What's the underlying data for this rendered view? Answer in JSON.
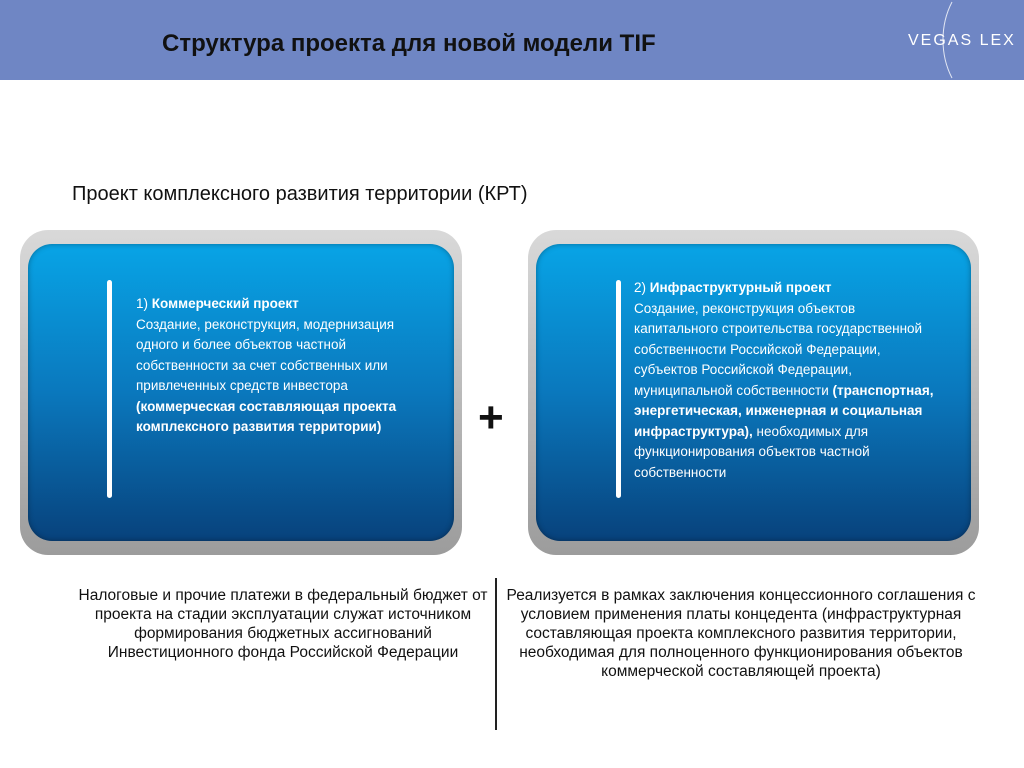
{
  "header": {
    "title": "Структура проекта для новой модели TIF",
    "logo_text": "VEGAS LEX",
    "background": "#6f86c4"
  },
  "subtitle": "Проект комплексного развития территории (КРТ)",
  "cards": [
    {
      "number": "1)",
      "heading": "Коммерческий проект",
      "body": "Создание, реконструкция, модернизация одного и более объектов частной собственности за счет собственных или привлеченных средств инвестора",
      "emphasis": "(коммерческая составляющая проекта комплексного развития территории)"
    },
    {
      "number": "2)",
      "heading": "Инфраструктурный проект",
      "body": "Создание, реконструкция объектов капитального строительства государственной собственности Российской Федерации, субъектов Российской Федерации, муниципальной собственности",
      "emphasis": "(транспортная, энергетическая, инженерная и социальная инфраструктура),",
      "tail": "необходимых для функционирования объектов частной собственности"
    }
  ],
  "plus": "+",
  "bottom": {
    "left": "Налоговые и прочие платежи в федеральный бюджет от проекта на стадии эксплуатации служат источником формирования бюджетных ассигнований Инвестиционного фонда Российской Федерации",
    "right": "Реализуется в рамках заключения концессионного соглашения с условием применения платы концедента (инфраструктурная составляющая проекта комплексного развития территории, необходимая для полноценного функционирования объектов коммерческой составляющей проекта)"
  },
  "colors": {
    "card_top": "#08a4e6",
    "card_bottom": "#08427c"
  }
}
